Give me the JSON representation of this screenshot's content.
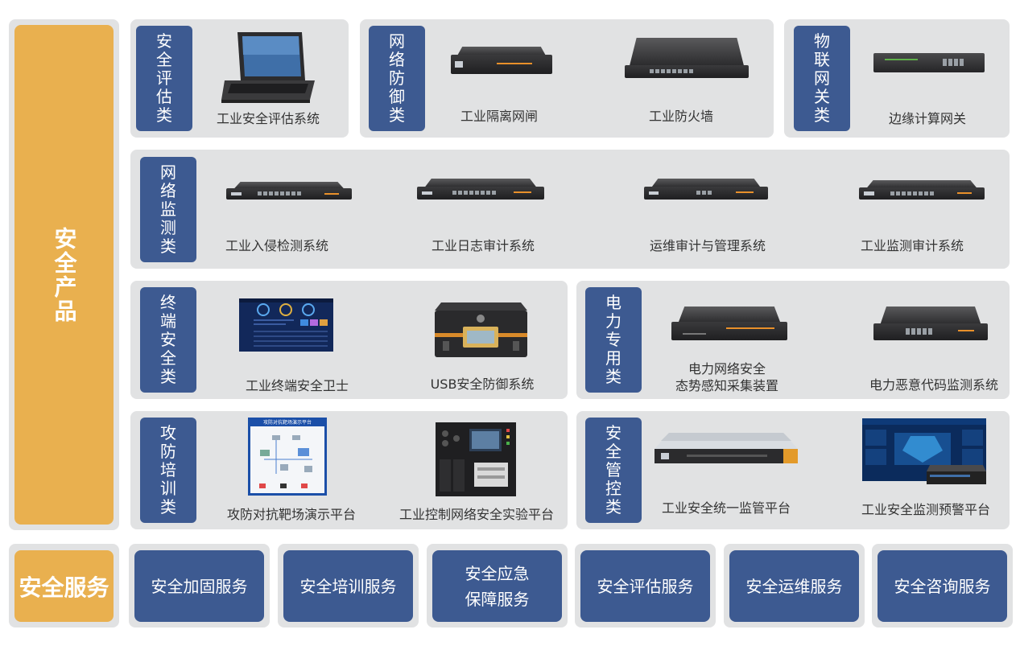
{
  "products_title": "安全产品",
  "services_title": "安全服务",
  "categories": {
    "assessment": "安全评估类",
    "network_defense": "网络防御类",
    "iot": "物联网关类",
    "network_monitoring": "网络监测类",
    "endpoint": "终端安全类",
    "power": "电力专用类",
    "training": "攻防培训类",
    "management": "安全管控类"
  },
  "products": {
    "assessment_system": "工业安全评估系统",
    "isolation_gateway": "工业隔离网闸",
    "firewall": "工业防火墙",
    "edge_gateway": "边缘计算网关",
    "intrusion_detection": "工业入侵检测系统",
    "log_audit": "工业日志审计系统",
    "ops_audit": "运维审计与管理系统",
    "monitor_audit": "工业监测审计系统",
    "endpoint_guard": "工业终端安全卫士",
    "usb_defense": "USB安全防御系统",
    "power_collect_line1": "电力网络安全",
    "power_collect_line2": "态势感知采集装置",
    "power_malicious_code": "电力恶意代码监测系统",
    "range_platform": "攻防对抗靶场演示平台",
    "ics_lab": "工业控制网络安全实验平台",
    "unified_platform": "工业安全统一监管平台",
    "early_warning_platform": "工业安全监测预警平台"
  },
  "range_screen_title": "攻防对抗靶场演示平台",
  "services": {
    "hardening": "安全加固服务",
    "training": "安全培训服务",
    "emergency_line1": "安全应急",
    "emergency_line2": "保障服务",
    "assessment": "安全评估服务",
    "operations": "安全运维服务",
    "consulting": "安全咨询服务"
  },
  "colors": {
    "accent_orange": "#e9b04f",
    "label_blue": "#3d5a91",
    "panel_gray": "#e1e2e3"
  }
}
